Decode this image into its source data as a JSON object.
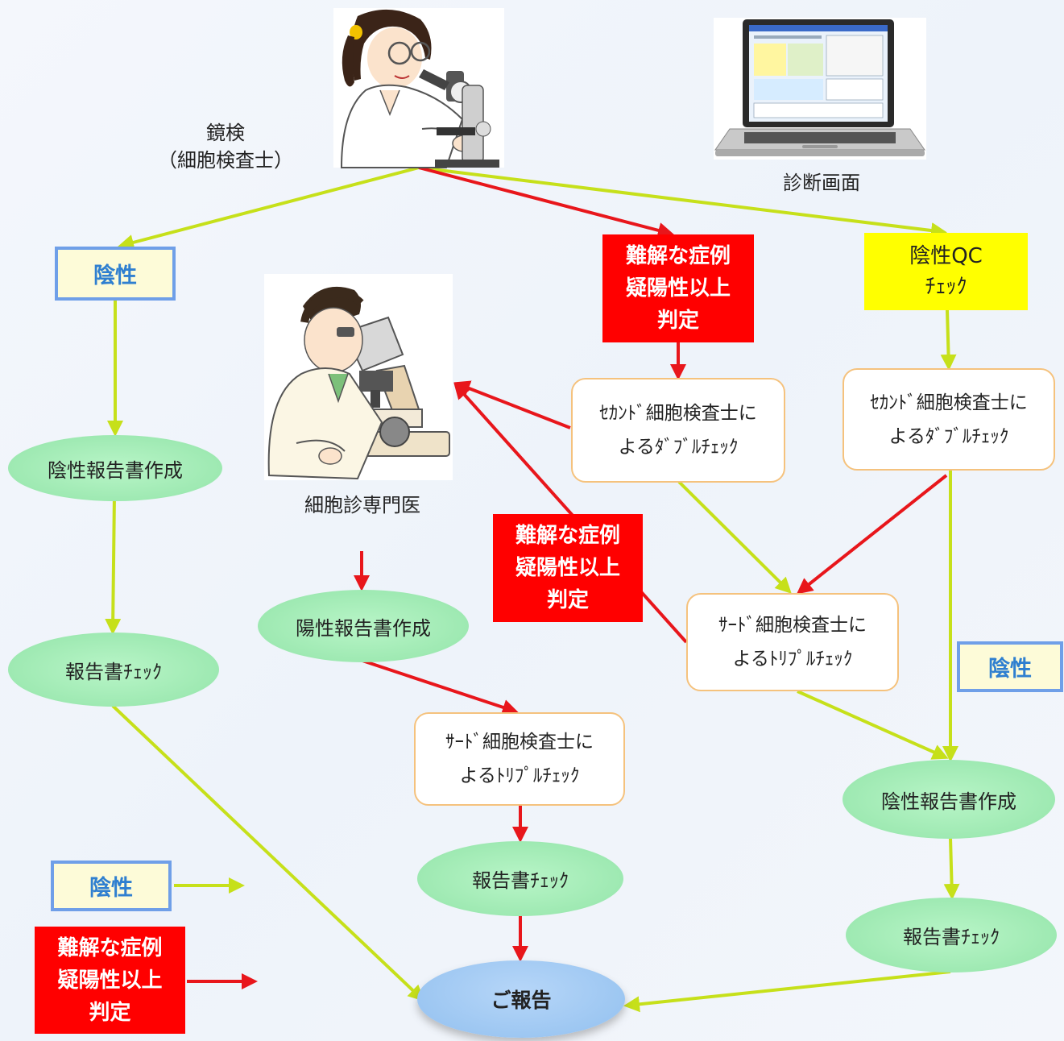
{
  "labels": {
    "microscopy": "鏡検\n（細胞検査士）",
    "diagnosis_screen": "診断画面",
    "cytopathologist": "細胞診専門医"
  },
  "boxes": {
    "negative_top": "陰性",
    "difficult_top": "難解な症例\n疑陽性以上\n判定",
    "negative_qc": "陰性QC\nﾁｪｯｸ",
    "second_check_mid": "ｾｶﾝﾄﾞ細胞検査士に\nよるﾀﾞﾌﾞﾙﾁｪｯｸ",
    "second_check_right": "ｾｶﾝﾄﾞ細胞検査士に\nよるﾀﾞﾌﾞﾙﾁｪｯｸ",
    "negative_report_left": "陰性報告書作成",
    "report_check_left": "報告書ﾁｪｯｸ",
    "difficult_mid": "難解な症例\n疑陽性以上\n判定",
    "positive_report": "陽性報告書作成",
    "third_check_right": "ｻｰﾄﾞ細胞検査士に\nよるﾄﾘﾌﾟﾙﾁｪｯｸ",
    "negative_right": "陰性",
    "third_check_center": "ｻｰﾄﾞ細胞検査士に\nよるﾄﾘﾌﾟﾙﾁｪｯｸ",
    "negative_report_right": "陰性報告書作成",
    "report_check_center": "報告書ﾁｪｯｸ",
    "report_check_right": "報告書ﾁｪｯｸ",
    "final_report": "ご報告"
  },
  "legend": {
    "negative": "陰性",
    "difficult": "難解な症例\n疑陽性以上\n判定"
  },
  "colors": {
    "negative_arrow": "#c6e01a",
    "positive_arrow": "#e8161b",
    "negative_text": "#2f7fd0",
    "negative_border": "#6f9fe8",
    "red_box": "#ff0000",
    "qc_box": "#ffff00",
    "rounded_border": "#f5c27d",
    "ellipse_fill": "#a6edb8",
    "final_fill": "#9cc7f2"
  },
  "icons": [
    "female-technician-microscope-icon",
    "laptop-icon",
    "male-doctor-microscope-icon"
  ]
}
